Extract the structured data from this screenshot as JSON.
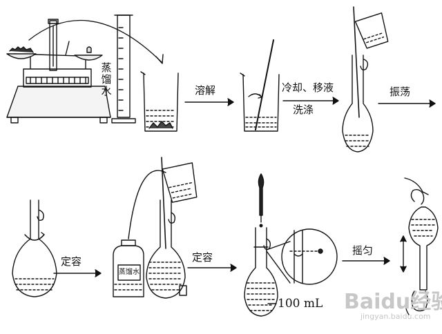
{
  "labels": {
    "distilled_water": "蒸馏水",
    "dissolve": "溶解",
    "cool_transfer": "冷却、移液",
    "wash": "洗涤",
    "shake": "振荡",
    "fix_volume_1": "定容",
    "fix_volume_2": "定容",
    "bottle_label": "蒸馏水",
    "volume": "100 mL",
    "mix": "摇匀"
  },
  "watermark": {
    "brand": "Baidu经验",
    "url": "jingyan.baidu.com"
  },
  "colors": {
    "stroke": "#111111",
    "watermark": "#c7c7c7"
  }
}
